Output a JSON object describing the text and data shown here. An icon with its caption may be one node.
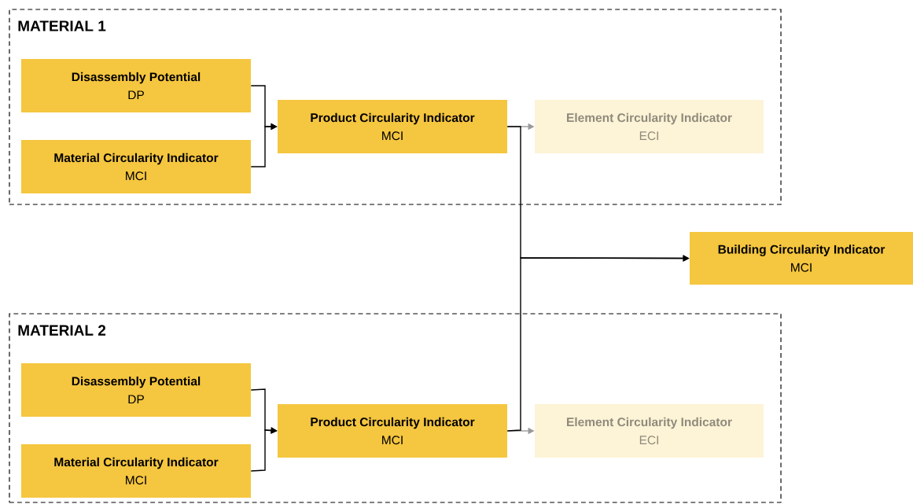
{
  "diagram": {
    "nodes": [
      {
        "text": [
          "MATERIAL 1"
        ]
      },
      {
        "text": [
          "Disassembly Potential",
          "DP"
        ],
        "in": 0
      },
      {
        "text": [
          "Material Circularity Indicator",
          "MCI"
        ],
        "in": 0
      },
      {
        "text": [
          "Product Circularity Indicator",
          "MCI"
        ],
        "in": 0
      },
      {
        "text": [
          "Element Circularity Indicator",
          "ECI"
        ],
        "in": 0
      },
      {
        "text": [
          "Building Circularity Indicator",
          "MCI"
        ]
      },
      {
        "text": [
          "MATERIAL 2"
        ]
      },
      {
        "text": [
          "Disassembly Potential",
          "DP"
        ],
        "in": 6
      },
      {
        "text": [
          "Material Circularity Indicator",
          "MCI"
        ],
        "in": 6
      },
      {
        "text": [
          "Product Circularity Indicator",
          "MCI"
        ],
        "in": 6
      },
      {
        "text": [
          "Element Circularity Indicator",
          "ECI"
        ],
        "in": 6
      }
    ],
    "edges": [
      {
        "from": 1,
        "to": 3,
        "arrow": "to"
      },
      {
        "from": 2,
        "to": 3,
        "arrow": "to"
      },
      {
        "from": 3,
        "to": 4,
        "arrow": "to",
        "color": "#999999"
      },
      {
        "from": 3,
        "to": 5,
        "arrow": "to"
      },
      {
        "from": 7,
        "to": 9,
        "arrow": "to"
      },
      {
        "from": 8,
        "to": 9,
        "arrow": "to"
      },
      {
        "from": 9,
        "to": 10,
        "arrow": "to",
        "color": "#999999"
      },
      {
        "from": 9,
        "to": 5,
        "arrow": "to"
      }
    ]
  }
}
